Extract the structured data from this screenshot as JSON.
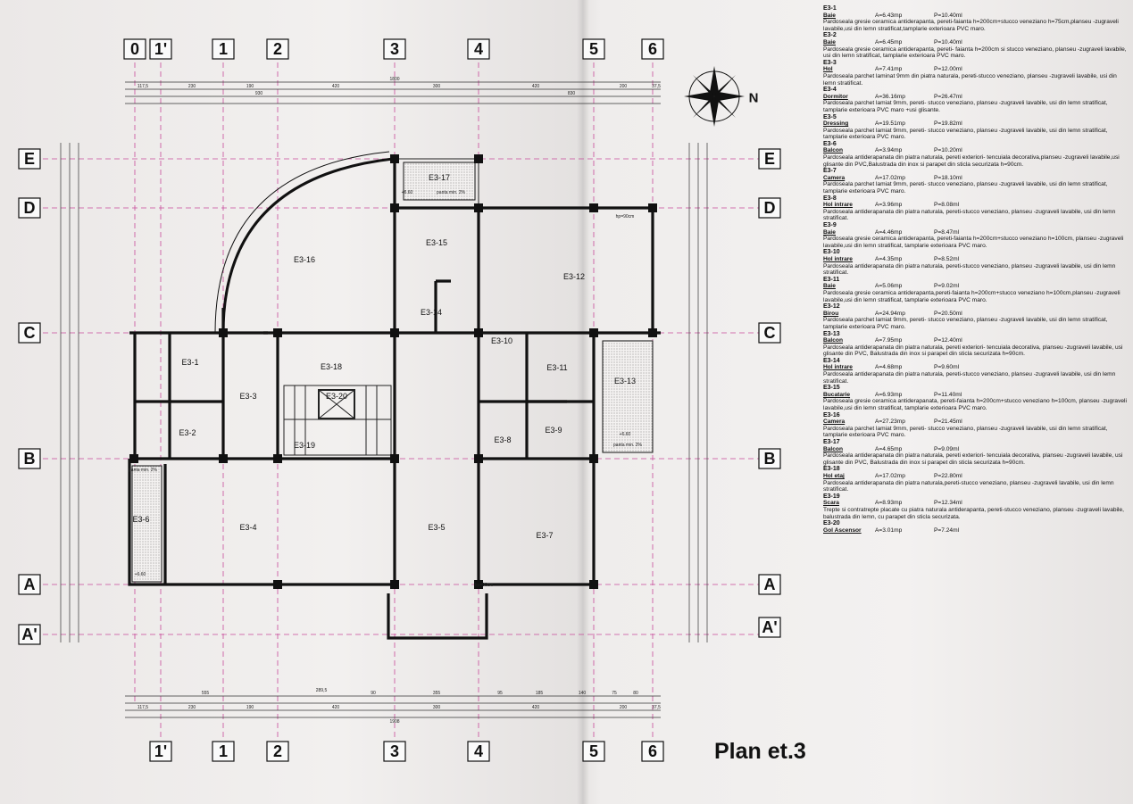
{
  "title": "Plan  et.3",
  "grid": {
    "top_labels": [
      "0",
      "1'",
      "1",
      "2",
      "3",
      "4",
      "5",
      "6"
    ],
    "bottom_labels": [
      "1'",
      "1",
      "2",
      "3",
      "4",
      "5",
      "6"
    ],
    "left_labels": [
      "E",
      "D",
      "C",
      "B",
      "A",
      "A'"
    ],
    "right_labels": [
      "E",
      "D",
      "C",
      "B",
      "A",
      "A'"
    ]
  },
  "rooms": [
    "E3-1",
    "E3-2",
    "E3-3",
    "E3-4",
    "E3-5",
    "E3-6",
    "E3-7",
    "E3-8",
    "E3-9",
    "E3-10",
    "E3-11",
    "E3-12",
    "E3-13",
    "E3-14",
    "E3-15",
    "E3-16",
    "E3-17",
    "E3-18",
    "E3-19",
    "E3-20"
  ],
  "compass": {
    "label": "N"
  },
  "dimensions": {
    "top_row1": [
      "117,5",
      "230",
      "190",
      "420",
      "300",
      "420",
      "200",
      "37,5"
    ],
    "top_total": "1800",
    "top_row2": [
      "930",
      "830"
    ],
    "bottom_row1": [
      "555",
      "289,5",
      "90",
      "355",
      "95",
      "185",
      "140",
      "75",
      "80"
    ],
    "bottom_total": "1908",
    "bottom_row2": [
      "117,5",
      "230",
      "190",
      "420",
      "300",
      "420",
      "200",
      "37,5"
    ]
  },
  "annotations": {
    "balcony_slope": "panta min. 2%",
    "level": "+6.60",
    "railing": "hp=90cm"
  },
  "legend": [
    {
      "id": "E3-1",
      "name": "Baie",
      "area": "A=6.43mp",
      "perimeter": "P=10.40ml",
      "desc": "Pardoseala gresie ceramica antiderapanta, pereti-faianta h=200cm+stucco veneziano h=75cm,planseu -zugraveli lavabile,usi din lemn stratificat,tamplarie exterioara PVC maro."
    },
    {
      "id": "E3-2",
      "name": "Baie",
      "area": "A=6.45mp",
      "perimeter": "P=10.40ml",
      "desc": "Pardoseala gresie ceramica antiderapanta, pereti- faianta h=200cm si stucco veneziano, planseu -zugraveli lavabile, usi din lemn stratificat, tamplarie exterioara PVC maro."
    },
    {
      "id": "E3-3",
      "name": "Hol",
      "area": "A=7.41mp",
      "perimeter": "P=12.00ml",
      "desc": "Pardoseala parchet laminat 9mm din piatra naturala, pereti-stucco veneziano, planseu -zugraveli lavabile, usi din lemn stratificat."
    },
    {
      "id": "E3-4",
      "name": "Dormitor",
      "area": "A=36.16mp",
      "perimeter": "P=26.47ml",
      "desc": "Pardoseala parchet lamiat 9mm, pereti- stucco veneziano, planseu -zugraveli lavabile, usi din lemn stratificat, tamplarie exterioara PVC maro +usi glisante."
    },
    {
      "id": "E3-5",
      "name": "Dressing",
      "area": "A=19.51mp",
      "perimeter": "P=19.82ml",
      "desc": "Pardoseala parchet lamiat 9mm, pereti- stucco veneziano, planseu -zugraveli lavabile, usi din lemn stratificat, tamplarie exterioara PVC maro."
    },
    {
      "id": "E3-6",
      "name": "Balcon",
      "area": "A=3.94mp",
      "perimeter": "P=10.20ml",
      "desc": "Pardoseala antiderapanata din piatra naturala, pereti exteriori- tencuiala decorativa,planseu -zugraveli lavabile,usi glisante din PVC,Balustrada din inox si parapet din sticla securizata h=90cm."
    },
    {
      "id": "E3-7",
      "name": "Camera",
      "area": "A=17.02mp",
      "perimeter": "P=18.10ml",
      "desc": "Pardoseala parchet lamiat 9mm, pereti- stucco veneziano, planseu -zugraveli lavabile, usi din lemn stratificat, tamplarie exterioara PVC maro."
    },
    {
      "id": "E3-8",
      "name": "Hol intrare",
      "area": "A=3.96mp",
      "perimeter": "P=8.08ml",
      "desc": "Pardoseala antiderapanata din piatra naturala, pereti-stucco veneziano, planseu -zugraveli lavabile, usi din lemn stratificat."
    },
    {
      "id": "E3-9",
      "name": "Baie",
      "area": "A=4.46mp",
      "perimeter": "P=8.47ml",
      "desc": "Pardoseala gresie ceramica antiderapanta, pereti-faianta h=200cm+stucco veneziano h=100cm, planseu -zugraveli lavabile,usi din lemn stratificat, tamplarie exterioara PVC maro."
    },
    {
      "id": "E3-10",
      "name": "Hol intrare",
      "area": "A=4.35mp",
      "perimeter": "P=8.52ml",
      "desc": "Pardoseala antiderapanata din piatra naturala, pereti-stucco veneziano, planseu -zugraveli lavabile, usi din lemn stratificat."
    },
    {
      "id": "E3-11",
      "name": "Baie",
      "area": "A=5.06mp",
      "perimeter": "P=9.02ml",
      "desc": "Pardoseala gresie ceramica antiderapanta,pereti-faianta  h=200cm+stucco veneziano h=100cm,planseu -zugraveli  lavabile,usi din lemn stratificat, tamplarie exterioara PVC  maro."
    },
    {
      "id": "E3-12",
      "name": "Birou",
      "area": "A=24.94mp",
      "perimeter": "P=20.50ml",
      "desc": "Pardoseala parchet lamiat 9mm, pereti- stucco veneziano, planseu -zugraveli lavabile, usi din lemn stratificat, tamplarie exterioara PVC maro."
    },
    {
      "id": "E3-13",
      "name": "Balcon",
      "area": "A=7.95mp",
      "perimeter": "P=12.40ml",
      "desc": "Pardoseala antiderapanata  din piatra naturala, pereti  exteriori- tencuiala  decorativa, planseu -zugraveli lavabile, usi glisante din PVC, Balustrada din inox si  parapet din sticla securizata h=90cm."
    },
    {
      "id": "E3-14",
      "name": "Hol intrare",
      "area": "A=4.68mp",
      "perimeter": "P=9.60ml",
      "desc": "Pardoseala antiderapanata din piatra naturala, pereti-stucco veneziano, planseu -zugraveli lavabile, usi din lemn stratificat."
    },
    {
      "id": "E3-15",
      "name": "Bucatarie",
      "area": "A=6.93mp",
      "perimeter": "P=11.40ml",
      "desc": "Pardoseala gresie ceramica  antiderapanata, pereti-faianta h=200cm+stucco  veneziano h=100cm, planseu -zugraveli lavabile,usi din lemn stratificat, tamplarie exterioara PVC maro."
    },
    {
      "id": "E3-16",
      "name": "Camera",
      "area": "A=27.23mp",
      "perimeter": "P=21.45ml",
      "desc": "Pardoseala parchet lamiat 9mm, pereti- stucco veneziano, planseu -zugraveli lavabile, usi din lemn stratificat, tamplarie exterioara PVC maro."
    },
    {
      "id": "E3-17",
      "name": "Balcon",
      "area": "A=4.65mp",
      "perimeter": "P=9.09ml",
      "desc": "Pardoseala antiderapanata din piatra naturala,  pereti exteriori- tencuiala decorativa, planseu -zugraveli lavabile, usi glisante din PVC, Balustrada din inox si parapet din sticla  securizata h=90cm."
    },
    {
      "id": "E3-18",
      "name": "Hol etaj",
      "area": "A=17.02mp",
      "perimeter": "P=22.80ml",
      "desc": "Pardoseala antiderapanata din piatra naturala,pereti-stucco veneziano, planseu -zugraveli lavabile, usi din lemn stratificat."
    },
    {
      "id": "E3-19",
      "name": "Scara",
      "area": "A=8.93mp",
      "perimeter": "P=12.34ml",
      "desc": "Trepte si contratrepte placate cu piatra  naturala antiderapanta, pereti-stucco veneziano, planseu -zugraveli lavabile, balustrada din lemn, cu parapet din sticla securizata."
    },
    {
      "id": "E3-20",
      "name": "Gol Ascensor",
      "area": "A=3.01mp",
      "perimeter": "P=7.24ml",
      "desc": ""
    }
  ]
}
